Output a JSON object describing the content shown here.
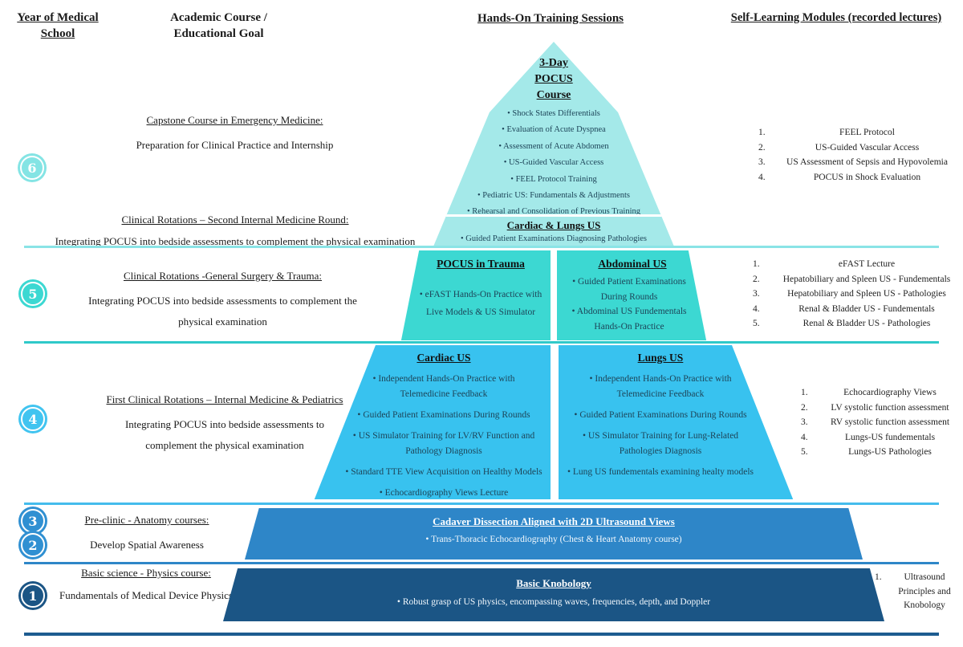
{
  "headers": {
    "year": "Year of Medical School",
    "course": "Academic Course /\nEducational Goal",
    "handson": "Hands-On Training Sessions",
    "selflearn": "Self-Learning Modules (recorded lectures)"
  },
  "years": [
    "6",
    "5",
    "4",
    "3",
    "2",
    "1"
  ],
  "left_column": {
    "capstone": {
      "heading": "Capstone Course in Emergency Medicine:",
      "body": "Preparation for Clinical Practice and Internship"
    },
    "rotations2": {
      "heading": "Clinical Rotations – Second Internal Medicine Round:",
      "body": "Integrating POCUS into bedside assessments to complement the physical examination"
    },
    "surgery": {
      "heading": "Clinical Rotations -General Surgery & Trauma:",
      "body": "Integrating POCUS into bedside assessments to complement the\nphysical examination"
    },
    "first_rotations": {
      "heading": "First Clinical Rotations – Internal Medicine & Pediatrics",
      "body": "Integrating POCUS into bedside assessments to\ncomplement the physical examination"
    },
    "preclinic": {
      "heading": "Pre-clinic - Anatomy courses:",
      "body": "Develop Spatial Awareness"
    },
    "physics": {
      "heading": "Basic science - Physics course:",
      "body": "Fundamentals of Medical Device Physics"
    }
  },
  "pyramid": {
    "tier6": {
      "title": "3-Day\nPOCUS\nCourse",
      "bullets": [
        "Shock States Differentials",
        "Evaluation of Acute Dyspnea",
        "Assessment of Acute Abdomen",
        "US-Guided Vascular Access",
        "FEEL Protocol Training",
        "Pediatric US: Fundamentals & Adjustments",
        "Rehearsal and Consolidation of Previous Training"
      ],
      "sub": {
        "title": "Cardiac & Lungs US",
        "bullets": [
          "Guided Patient Examinations Diagnosing Pathologies"
        ]
      }
    },
    "tier5": {
      "left": {
        "title": "POCUS in Trauma",
        "bullets": [
          "eFAST Hands-On Practice with\nLive Models & US Simulator"
        ]
      },
      "right": {
        "title": "Abdominal US",
        "bullets": [
          "Guided Patient Examinations\nDuring Rounds",
          "Abdominal US Fundementals\nHands-On Practice"
        ]
      }
    },
    "tier4": {
      "left": {
        "title": "Cardiac US",
        "bullets": [
          "Independent Hands-On Practice with\nTelemedicine Feedback",
          "Guided Patient Examinations During Rounds",
          "US Simulator Training for LV/RV Function and\nPathology Diagnosis",
          "Standard TTE View Acquisition on Healthy Models",
          "Echocardiography Views Lecture"
        ]
      },
      "right": {
        "title": "Lungs US",
        "bullets": [
          "Independent Hands-On Practice with\nTelemedicine Feedback",
          "Guided Patient Examinations During Rounds",
          "US Simulator Training for Lung-Related\nPathologies Diagnosis",
          "Lung US fundementals examining healty models"
        ]
      }
    },
    "tier32": {
      "title": "Cadaver Dissection Aligned with 2D Ultrasound Views",
      "bullets": [
        "Trans-Thoracic Echocardiography (Chest & Heart Anatomy course)"
      ]
    },
    "tier1": {
      "title": "Basic Knobology",
      "bullets": [
        "Robust grasp of US physics, encompassing waves, frequencies, depth, and Doppler"
      ]
    }
  },
  "self_learning": {
    "year6": [
      "FEEL Protocol",
      "US-Guided Vascular Access",
      "US Assessment of Sepsis and Hypovolemia",
      "POCUS in Shock Evaluation"
    ],
    "year5": [
      "eFAST Lecture",
      "Hepatobiliary and Spleen US - Fundementals",
      "Hepatobiliary and Spleen US - Pathologies",
      "Renal & Bladder US - Fundementals",
      "Renal & Bladder US - Pathologies"
    ],
    "year4": [
      "Echocardiography Views",
      "LV systolic function assessment",
      "RV systolic function assessment",
      "Lungs-US fundementals",
      "Lungs-US Pathologies"
    ],
    "year1": [
      "Ultrasound Principles and Knobology"
    ]
  },
  "colors": {
    "tier6": "#a4e9e9",
    "tier5": "#3cd8d2",
    "tier4": "#38c2ef",
    "tier32": "#2e86c8",
    "tier1": "#1b5585",
    "badge6": "#84e4e4",
    "badge5": "#3cd8d2",
    "badge4": "#41c4f0",
    "badge32": "#3090d2",
    "badge1": "#1b5585",
    "line6": "#8ae4e6",
    "line5": "#2fc9c9",
    "line4": "#44bcec",
    "line32": "#2e86c8",
    "line1": "#1d5c90"
  }
}
